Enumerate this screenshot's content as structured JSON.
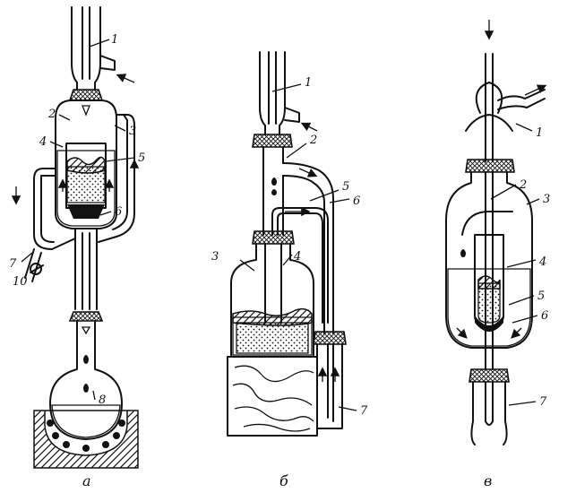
{
  "figure": {
    "panels": [
      {
        "caption": "а",
        "labels": [
          "1",
          "2",
          "3",
          "4",
          "5",
          "6",
          "7",
          "8",
          "10"
        ]
      },
      {
        "caption": "б",
        "labels": [
          "1",
          "2",
          "3",
          "4",
          "5",
          "6",
          "7"
        ]
      },
      {
        "caption": "в",
        "labels": [
          "1",
          "2",
          "3",
          "4",
          "5",
          "6",
          "7"
        ]
      }
    ]
  }
}
